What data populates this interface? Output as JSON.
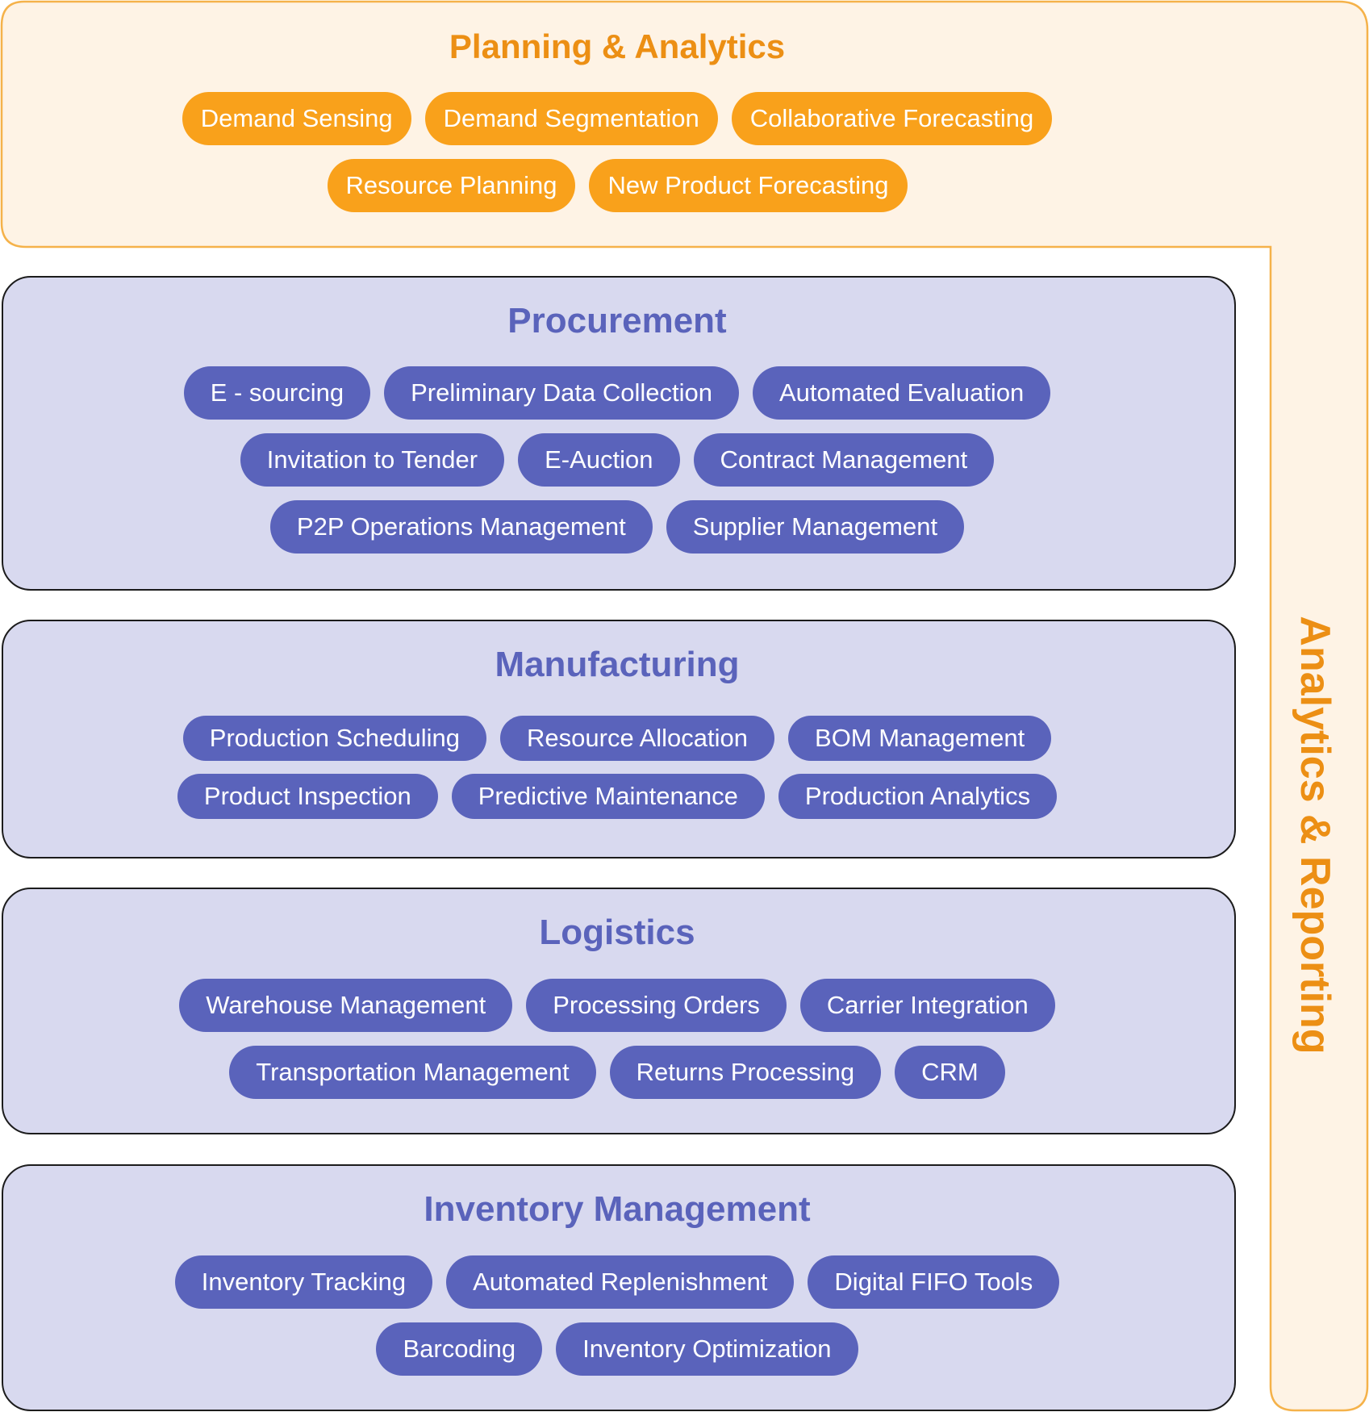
{
  "colors": {
    "orange_accent": "#f9a11b",
    "orange_text": "#ec8f14",
    "orange_bg": "#fef3e5",
    "blue_pill": "#5a63bb",
    "blue_bg": "#d8d9ef"
  },
  "planning": {
    "title": "Planning & Analytics",
    "items": [
      "Demand Sensing",
      "Demand Segmentation",
      "Collaborative Forecasting",
      "Resource Planning",
      "New Product Forecasting"
    ]
  },
  "side_label": "Analytics & Reporting",
  "sections": [
    {
      "title": "Procurement",
      "items": [
        "E - sourcing",
        "Preliminary Data Collection",
        "Automated Evaluation",
        "Invitation to Tender",
        "E-Auction",
        "Contract Management",
        "P2P Operations Management",
        "Supplier Management"
      ]
    },
    {
      "title": "Manufacturing",
      "items": [
        "Production Scheduling",
        "Resource Allocation",
        "BOM Management",
        "Product Inspection",
        "Predictive Maintenance",
        "Production Analytics"
      ]
    },
    {
      "title": "Logistics",
      "items": [
        "Warehouse Management",
        "Processing Orders",
        "Carrier Integration",
        "Transportation Management",
        "Returns Processing",
        "CRM"
      ]
    },
    {
      "title": "Inventory Management",
      "items": [
        "Inventory Tracking",
        "Automated Replenishment",
        "Digital FIFO Tools",
        "Barcoding",
        "Inventory Optimization"
      ]
    }
  ]
}
